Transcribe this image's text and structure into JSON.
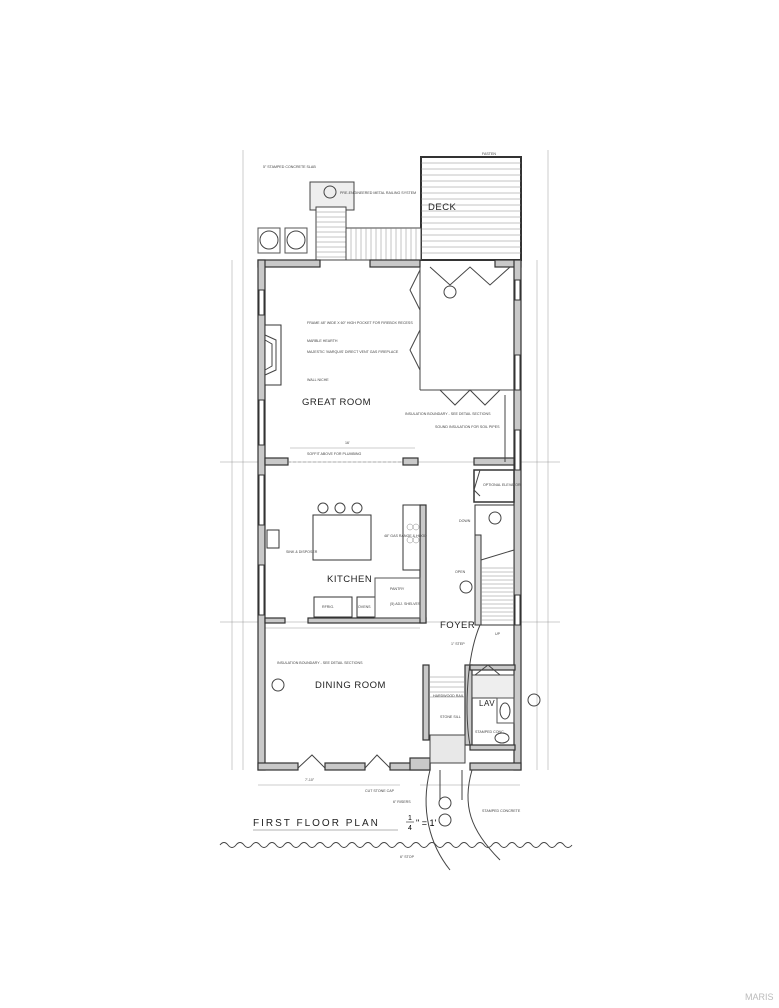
{
  "plan": {
    "title": "FIRST FLOOR PLAN",
    "scale_numerator": "1",
    "scale_denominator": "4",
    "scale_rest": "\" = 1'",
    "watermark": "MARIS"
  },
  "rooms": {
    "deck": "DECK",
    "great_room": "GREAT ROOM",
    "kitchen": "KITCHEN",
    "foyer": "FOYER",
    "dining_room": "DINING ROOM",
    "lav": "LAV"
  },
  "notes": {
    "stamped_slab": "5\" STAMPED CONCRETE SLAB",
    "railing": "PRE-ENGINEERED METAL RAILING SYSTEM",
    "frame": "FRAME 48\" WIDE X 60\" HIGH POCKET FOR FIREBOX RECESS",
    "hearth": "MARBLE HEARTH",
    "fireplace": "MAJESTIC 'MARQUIS' DIRECT VENT GAS FIREPLACE",
    "niche": "WALL NICHE",
    "insulation_1": "INSULATION BOUNDARY - SEE DETAIL SECTIONS",
    "sound": "SOUND INSULATION FOR SOIL PIPES",
    "soffit": "SOFFIT ABOVE FOR PLUMBING",
    "elevator": "OPTIONAL ELEVATOR",
    "range": "48\" GAS RANGE & HOOD",
    "sink": "SINK & DISPOSER",
    "pantry": "PANTRY",
    "shelves": "(5) ADJ. SHELVES",
    "refrig": "RFRIG.",
    "oven": "OVENS",
    "down": "DOWN",
    "open": "OPEN",
    "up": "UP",
    "step": "1\" STEP",
    "insulation_2": "INSULATION BOUNDARY - SEE DETAIL SECTIONS",
    "hardwood": "HARDWOOD RAIL",
    "stone_sill": "STONE SILL",
    "stamped_conc": "STAMPED CONC.",
    "stone_cap": "CUT STONE CAP",
    "risers": "6\" RISERS",
    "stamped_concrete": "STAMPED CONCRETE",
    "stoop": "6\" STOP",
    "deck_note": "FASTEN",
    "dim_overall": "16'",
    "dim_dining": "7'-10\""
  }
}
